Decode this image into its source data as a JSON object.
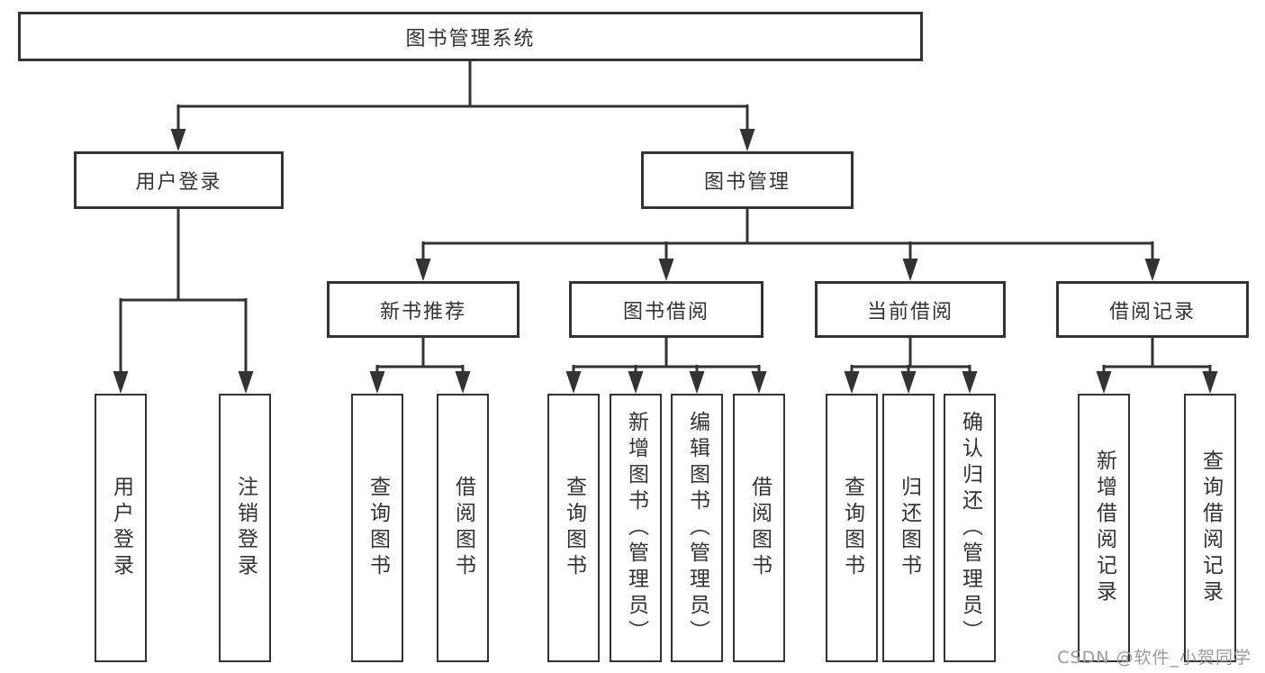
{
  "tree": {
    "label": "图书管理系统",
    "children": [
      {
        "label": "用户登录",
        "children": [
          {
            "label": "用户登录"
          },
          {
            "label": "注销登录"
          }
        ]
      },
      {
        "label": "图书管理",
        "children": [
          {
            "label": "新书推荐",
            "children": [
              {
                "label": "查询图书"
              },
              {
                "label": "借阅图书"
              }
            ]
          },
          {
            "label": "图书借阅",
            "children": [
              {
                "label": "查询图书"
              },
              {
                "label": "新增图书（管理员）"
              },
              {
                "label": "编辑图书（管理员）"
              },
              {
                "label": "借阅图书"
              }
            ]
          },
          {
            "label": "当前借阅",
            "children": [
              {
                "label": "查询图书"
              },
              {
                "label": "归还图书"
              },
              {
                "label": "确认归还（管理员）"
              }
            ]
          },
          {
            "label": "借阅记录",
            "children": [
              {
                "label": "新增借阅记录"
              },
              {
                "label": "查询借阅记录"
              }
            ]
          }
        ]
      }
    ]
  },
  "watermark": {
    "text": "CSDN @软件_小贺同学"
  },
  "colors": {
    "line": "#333333",
    "watermark": "#9b9b9b",
    "background": "#ffffff"
  }
}
